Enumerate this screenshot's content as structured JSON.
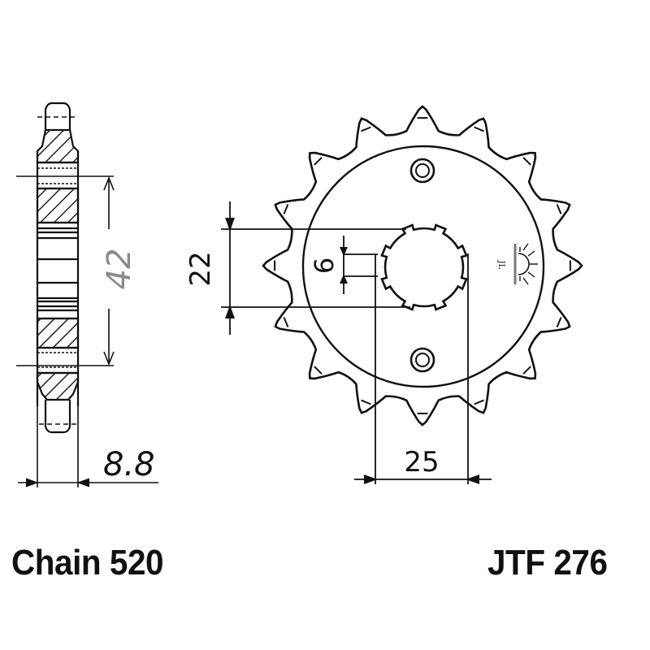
{
  "title": "Front sprocket technical drawing",
  "chain": {
    "label": "Chain 520"
  },
  "part": {
    "label": "JTF 276"
  },
  "sprocket": {
    "teeth_count": 16,
    "bolt_holes": 2,
    "spline_notches": 8
  },
  "dimensions": {
    "side_view_height": "42",
    "thickness": "8.8",
    "spline_inner": "22",
    "spline_key_width": "6",
    "bolt_spacing": "25"
  },
  "colors": {
    "line": "#111111",
    "hatch": "#222222",
    "background": "#ffffff",
    "dim_text_42": "#8a8a8a"
  },
  "icons": {
    "surface_finish_symbol": "sun-on-surface-icon"
  }
}
